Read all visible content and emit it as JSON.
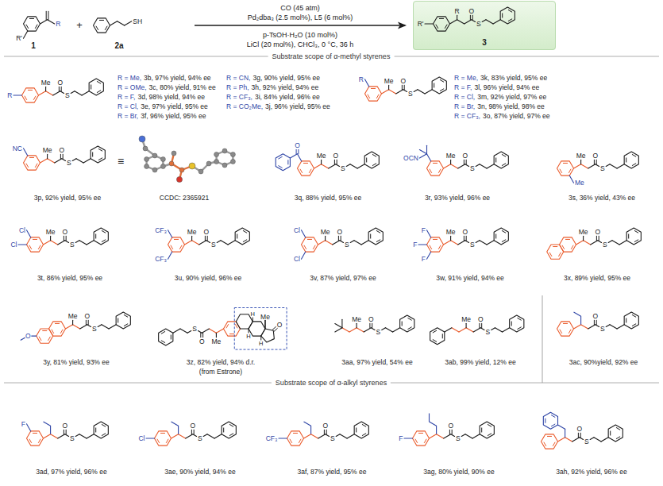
{
  "diagram": {
    "nodes": [
      {
        "text": [
          "3"
        ]
      }
    ],
    "edges": [],
    "labels": [
      "R'",
      "R",
      "+",
      "SH",
      "1",
      "2a",
      "CO (45 atm)",
      "Pd₂dba₃ (2.5 mol%), L5 (6 mol%)",
      "p-TsOH·H₂O (10 mol%)",
      "LiCl (20 mol%), CHCl₃, 0 °C, 36 h",
      "R'",
      "R",
      "O",
      "S",
      "Substrate scope of α-methyl styrenes",
      "R",
      "Me",
      "O",
      "S",
      "R = Me,",
      "3b, 97% yield, 94% ee",
      "R = OMe,",
      "3c, 80% yield, 91% ee",
      "R = F,",
      "3d, 98% yield, 94% ee",
      "R = Cl,",
      "3e, 97% yield, 95% ee",
      "R = Br,",
      "3f, 96% yield, 95% ee",
      "R = CN,",
      "3g, 90% yield, 95% ee",
      "R = Ph,",
      "3h, 92% yield, 94% ee",
      "R = CF₃,",
      "3i, 84% yield, 96% ee",
      "R = CO₂Me,",
      "3j, 96% yield, 95% ee",
      "R",
      "Me",
      "O",
      "S",
      "R = Me,",
      "3k, 83% yield, 95% ee",
      "R = F,",
      "3l, 96% yield, 94% ee",
      "R = Cl,",
      "3m, 92% yield, 97% ee",
      "R = Br,",
      "3n, 98% yield, 98% ee",
      "R = CF₃,",
      "3o, 87% yield, 97% ee",
      "NC",
      "Me",
      "O",
      "S",
      "≡",
      "3p, 92% yield, 95% ee",
      "CCDC: 2365921",
      "O",
      "Me",
      "O",
      "S",
      "3q, 88% yield, 95% ee",
      "OCN",
      "Me",
      "O",
      "S",
      "3r, 93% yield, 96% ee",
      "Me",
      "Me",
      "O",
      "S",
      "3s, 36% yield, 43% ee",
      "Cl",
      "Cl",
      "Me",
      "O",
      "S",
      "3t, 86% yield, 95% ee",
      "CF₃",
      "CF₃",
      "Me",
      "O",
      "S",
      "3u, 90% yield, 96% ee",
      "Cl",
      "Cl",
      "Me",
      "O",
      "S",
      "3v, 87% yield, 97% ee",
      "F",
      "F",
      "F",
      "Me",
      "O",
      "S",
      "3w, 91% yield, 94% ee",
      "Me",
      "O",
      "S",
      "3x, 89% yield, 95% ee",
      "O",
      "Me",
      "O",
      "S",
      "3y, 81% yield, 93% ee",
      "Me",
      "O",
      "S",
      "Me",
      "O",
      "H",
      "H",
      "H",
      "3z, 82% yield, 94% d.r.",
      "(from Estrone)",
      "Me",
      "O",
      "S",
      "3aa, 97% yield, 54% ee",
      "Me",
      "O",
      "S",
      "3ab, 99% yield, 12% ee",
      "O",
      "S",
      "3ac, 90%yield, 92% ee",
      "Substrate scope of α-alkyl styrenes",
      "F",
      "O",
      "S",
      "3ad, 97% yield, 96% ee",
      "Cl",
      "O",
      "S",
      "3ae, 90% yield, 94% ee",
      "CF₃",
      "O",
      "S",
      "3af, 87% yield, 95% ee",
      "F",
      "O",
      "S",
      "3ag, 80% yield, 90% ee",
      "O",
      "S",
      "3ah, 92% yield, 96% ee"
    ]
  }
}
